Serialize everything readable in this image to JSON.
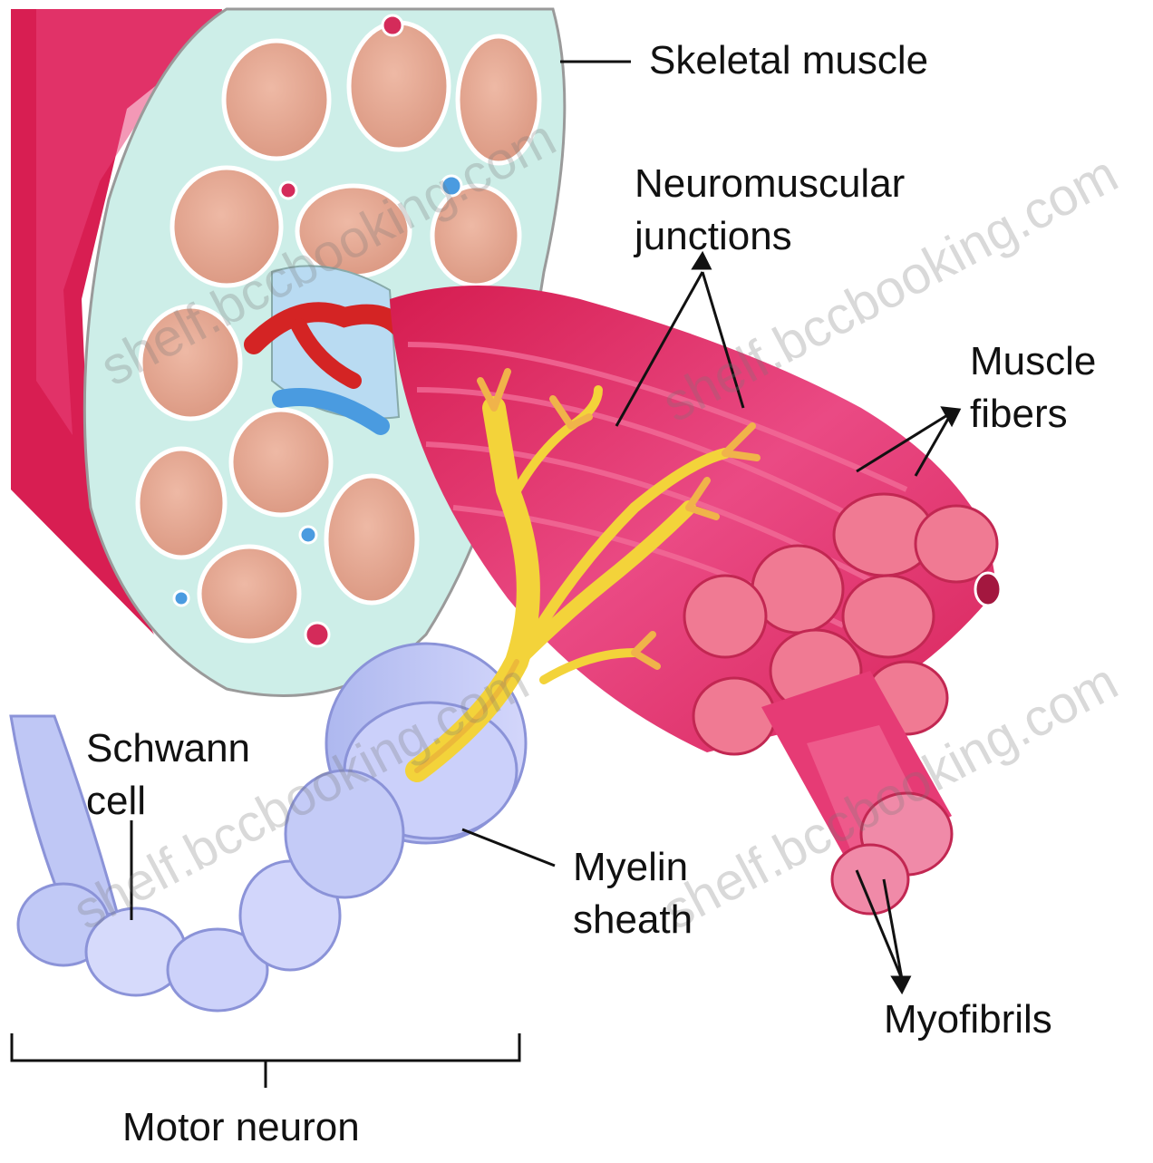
{
  "labels": {
    "skeletal_muscle": "Skeletal muscle",
    "neuromuscular_1": "Neuromuscular",
    "neuromuscular_2": "junctions",
    "muscle_fibers_1": "Muscle",
    "muscle_fibers_2": "fibers",
    "schwann_1": "Schwann",
    "schwann_2": "cell",
    "myelin_1": "Myelin",
    "myelin_2": "sheath",
    "myofibrils": "Myofibrils",
    "motor_neuron": "Motor neuron"
  },
  "watermarks": [
    "shelf.bccbooking.com",
    "shelf.bccbooking.com",
    "shelf.bccbooking.com",
    "shelf.bccbooking.com"
  ],
  "colors": {
    "muscle_red": "#d81e52",
    "muscle_pink": "#ec4f86",
    "fiber_tan": "#e6a890",
    "connective_mint": "#cdeee8",
    "nerve_yellow": "#f3d33a",
    "myelin_lavender": "#bfc5f3",
    "vessel_red": "#d42424",
    "vessel_blue": "#4a9be0"
  }
}
